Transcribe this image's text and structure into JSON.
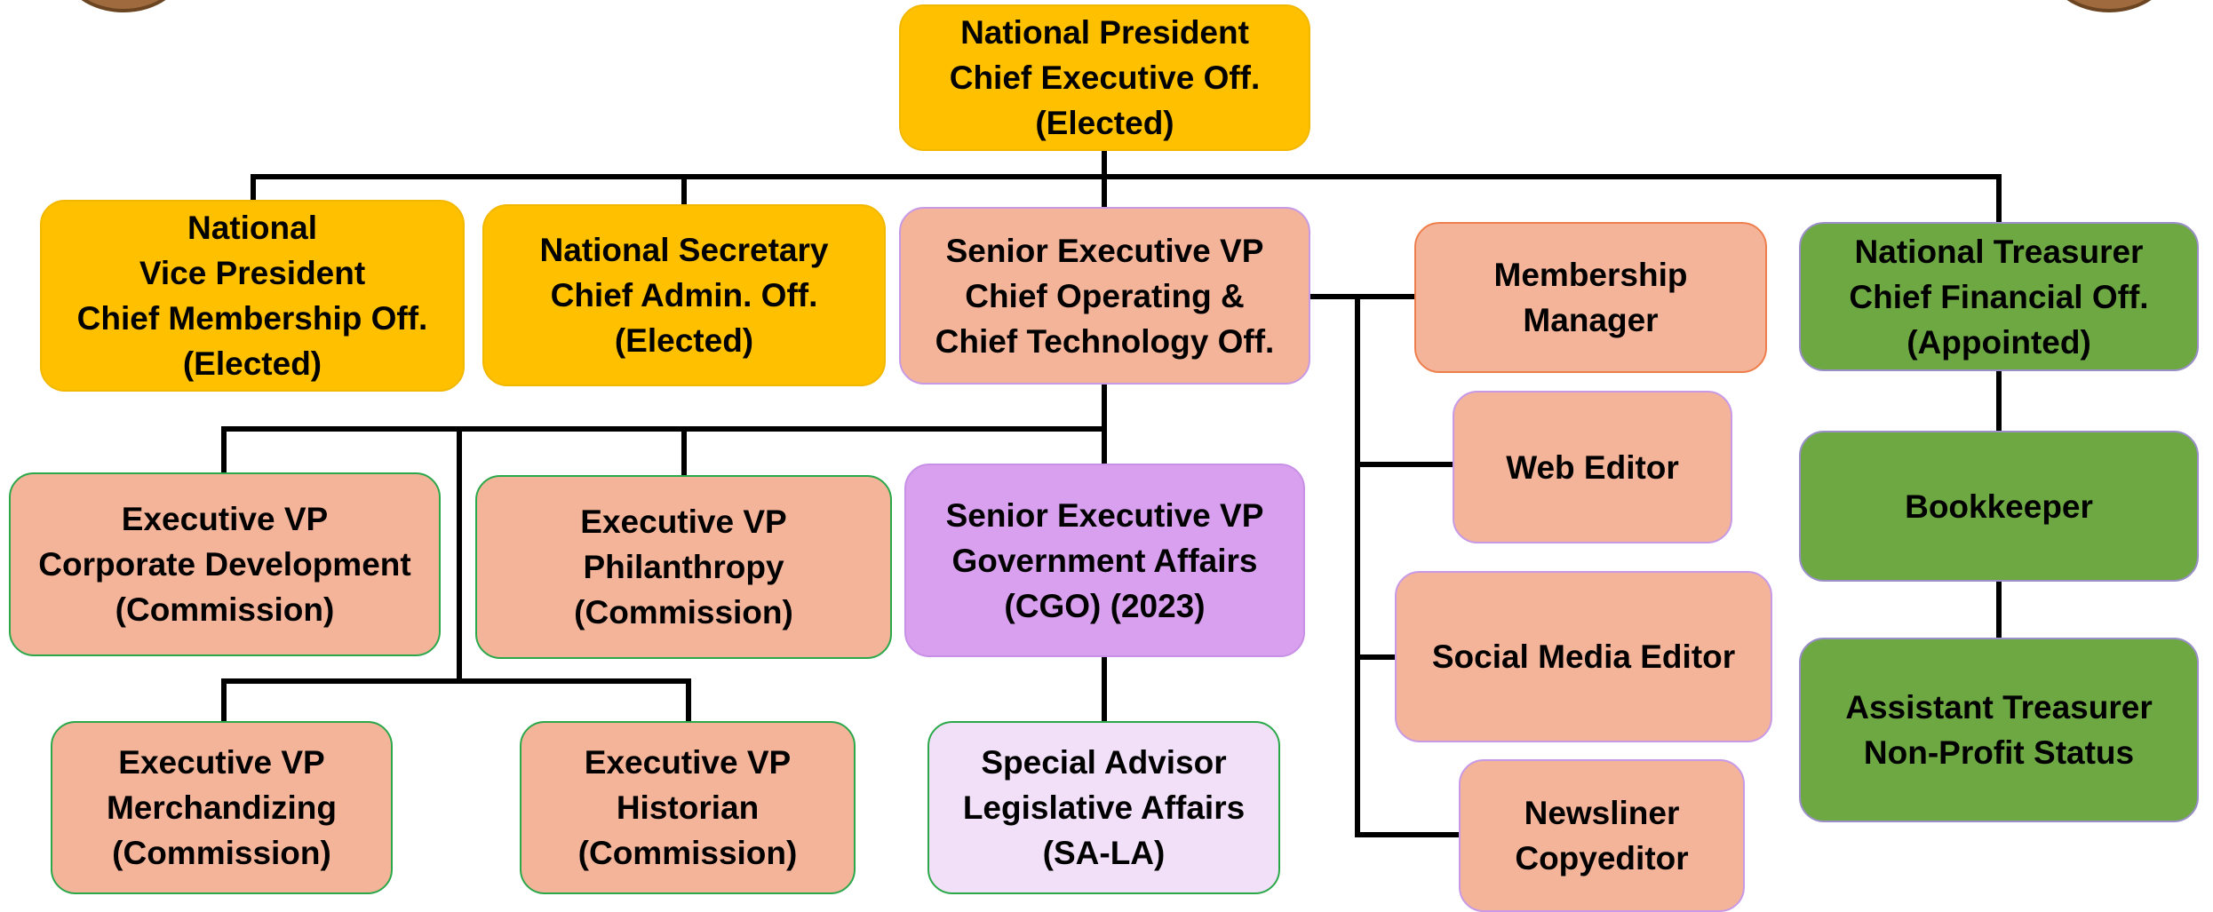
{
  "nodes": {
    "president": [
      "National President",
      "Chief Executive Off.",
      "(Elected)"
    ],
    "vice_president": [
      "National",
      "Vice President",
      "Chief Membership Off.",
      "(Elected)"
    ],
    "secretary": [
      "National Secretary",
      "Chief Admin. Off.",
      "(Elected)"
    ],
    "senior_evp_coo": [
      "Senior Executive VP",
      "Chief Operating &",
      "Chief Technology Off."
    ],
    "membership_manager": [
      "Membership",
      "Manager"
    ],
    "treasurer": [
      "National Treasurer",
      "Chief Financial Off.",
      "(Appointed)"
    ],
    "evp_corporate": [
      "Executive VP",
      "Corporate Development",
      "(Commission)"
    ],
    "evp_philanthropy": [
      "Executive VP",
      "Philanthropy",
      "(Commission)"
    ],
    "senior_evp_gov": [
      "Senior Executive VP",
      "Government Affairs",
      "(CGO) (2023)"
    ],
    "web_editor": [
      "Web Editor"
    ],
    "bookkeeper": [
      "Bookkeeper"
    ],
    "social_media_editor": [
      "Social Media Editor"
    ],
    "evp_merchandizing": [
      "Executive VP",
      "Merchandizing",
      "(Commission)"
    ],
    "evp_historian": [
      "Executive VP",
      "Historian",
      "(Commission)"
    ],
    "special_advisor": [
      "Special Advisor",
      "Legislative Affairs",
      "(SA-LA)"
    ],
    "assistant_treasurer": [
      "Assistant Treasurer",
      "Non-Profit Status"
    ],
    "newsliner": [
      "Newsliner",
      "Copyeditor"
    ]
  },
  "colors": {
    "elected_gold": "#ffc000",
    "staff_peach": "#f4b49a",
    "finance_green": "#6ea843",
    "government_purple": "#d8a0ee",
    "advisor_lavender": "#f1e0f8",
    "connector": "#000000"
  }
}
